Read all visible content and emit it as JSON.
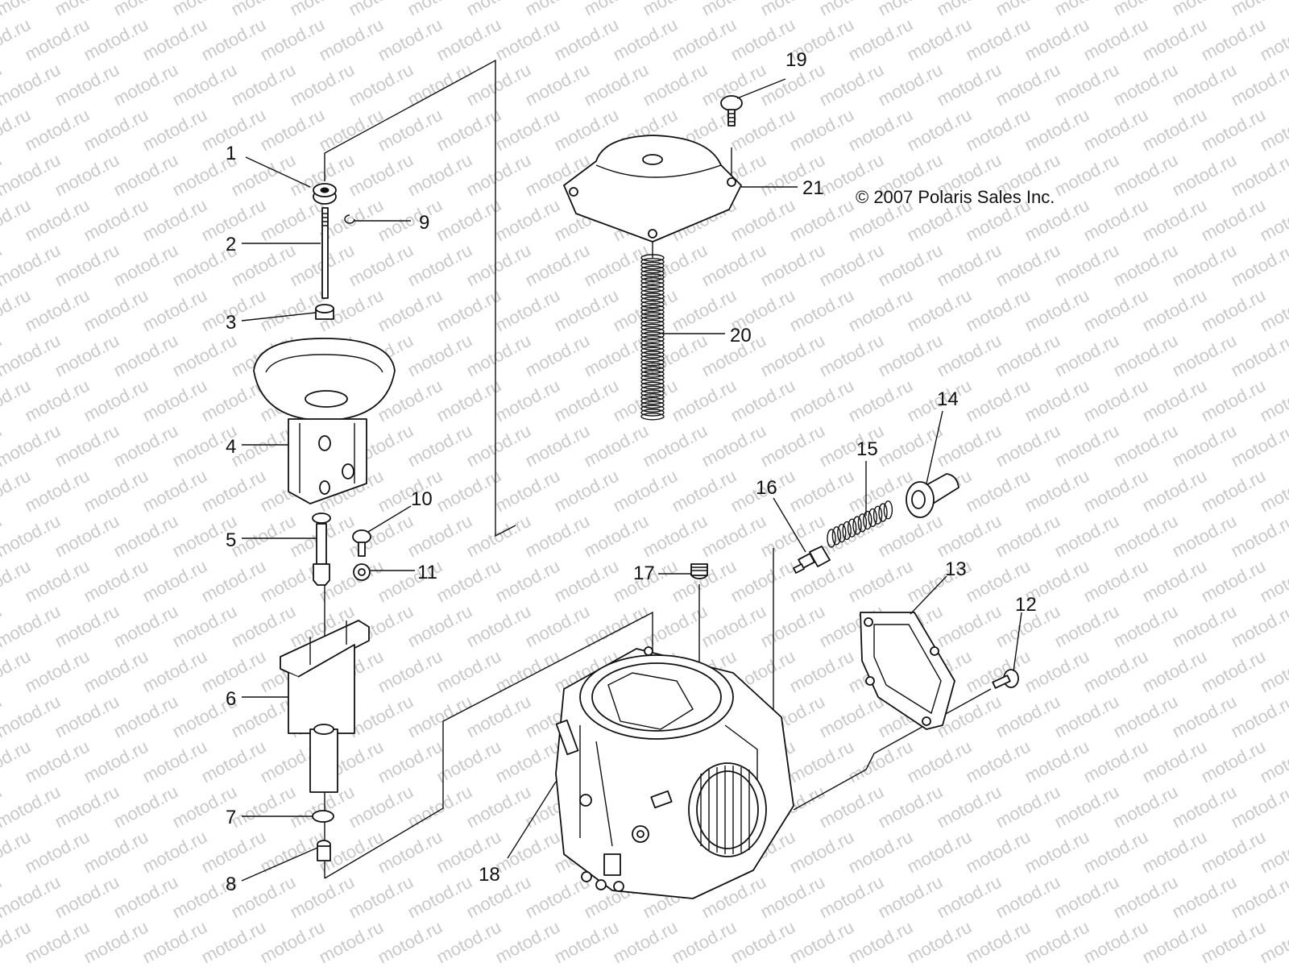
{
  "copyright": "© 2007 Polaris Sales Inc.",
  "watermark": "motod.ru",
  "part_numbers": [
    "1",
    "2",
    "3",
    "4",
    "5",
    "6",
    "7",
    "8",
    "9",
    "10",
    "11",
    "12",
    "13",
    "14",
    "15",
    "16",
    "17",
    "18",
    "19",
    "20",
    "21"
  ]
}
